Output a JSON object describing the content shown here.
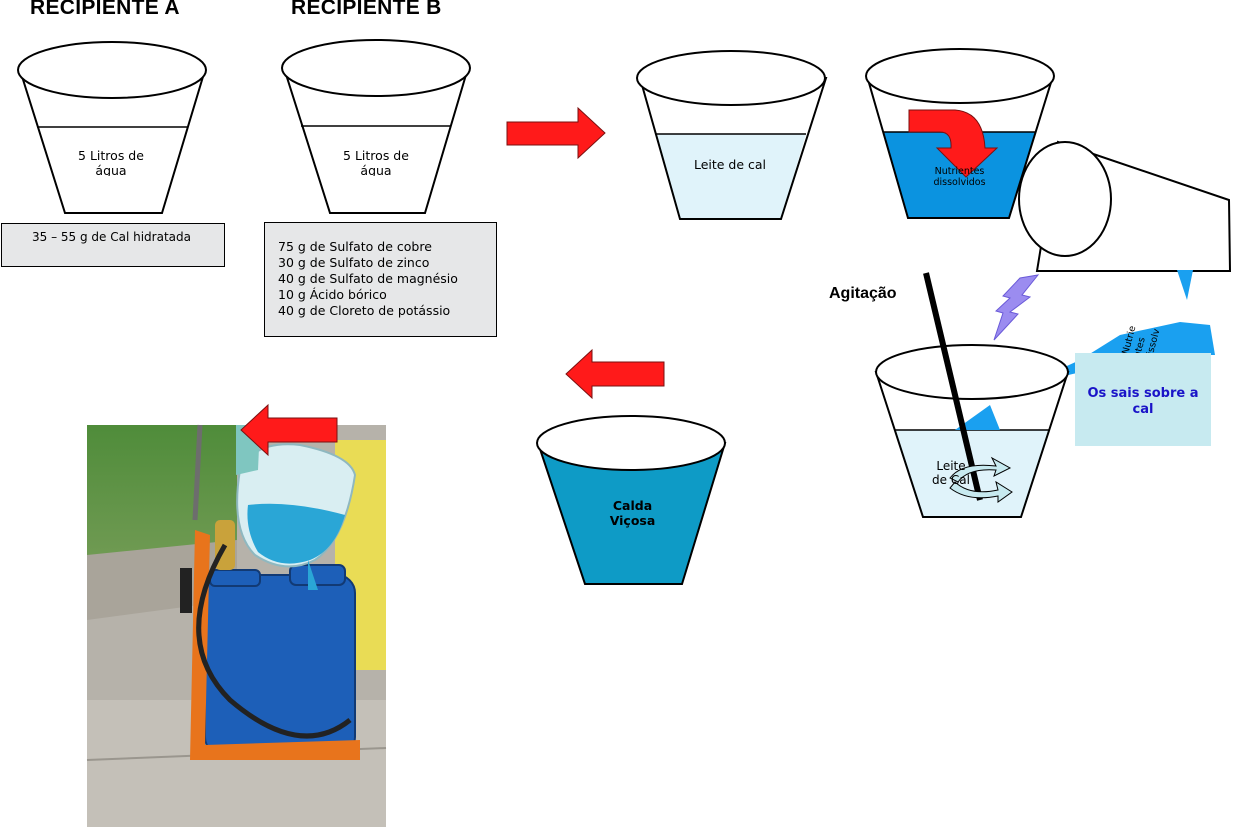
{
  "titles": {
    "recipiente_a": "RECIPIENTE A",
    "recipiente_b": "RECIPIENTE B"
  },
  "buckets": {
    "a_water": "5 Litros de água",
    "b_water": "5 Litros de água",
    "leite_de_cal": "Leite de cal",
    "nutrientes": "Nutrientes dissolvidos",
    "mix_leite": "Leite de Cal",
    "calda": "Calda Viçosa"
  },
  "box_a": {
    "text": "35 – 55 g de Cal hidratada"
  },
  "box_b": {
    "ingredients": [
      "75 g de Sulfato de cobre",
      "30 g de Sulfato de zinco",
      "40 g de Sulfato de magnésio",
      "10 g Ácido bórico",
      "40 g de Cloreto de potássio"
    ]
  },
  "agitacao": "Agitação",
  "sais_box": "Os sais sobre a cal",
  "stream_text": "Nutrientes dissolvidos",
  "colors": {
    "water_light": "#e0f3fa",
    "nutrient_blue": "#0b93e0",
    "calda_teal": "#0e9bc6",
    "arrow_red": "#ff1a1a",
    "sais_bg": "#c7eaf0",
    "sais_text": "#1a14c8",
    "box_gray": "#e6e7e8"
  },
  "icons": [
    "arrow-right-icon",
    "arrow-left-icon",
    "curved-arrow-icon",
    "lightning-icon",
    "stir-rod-icon",
    "sprayer-photo"
  ]
}
